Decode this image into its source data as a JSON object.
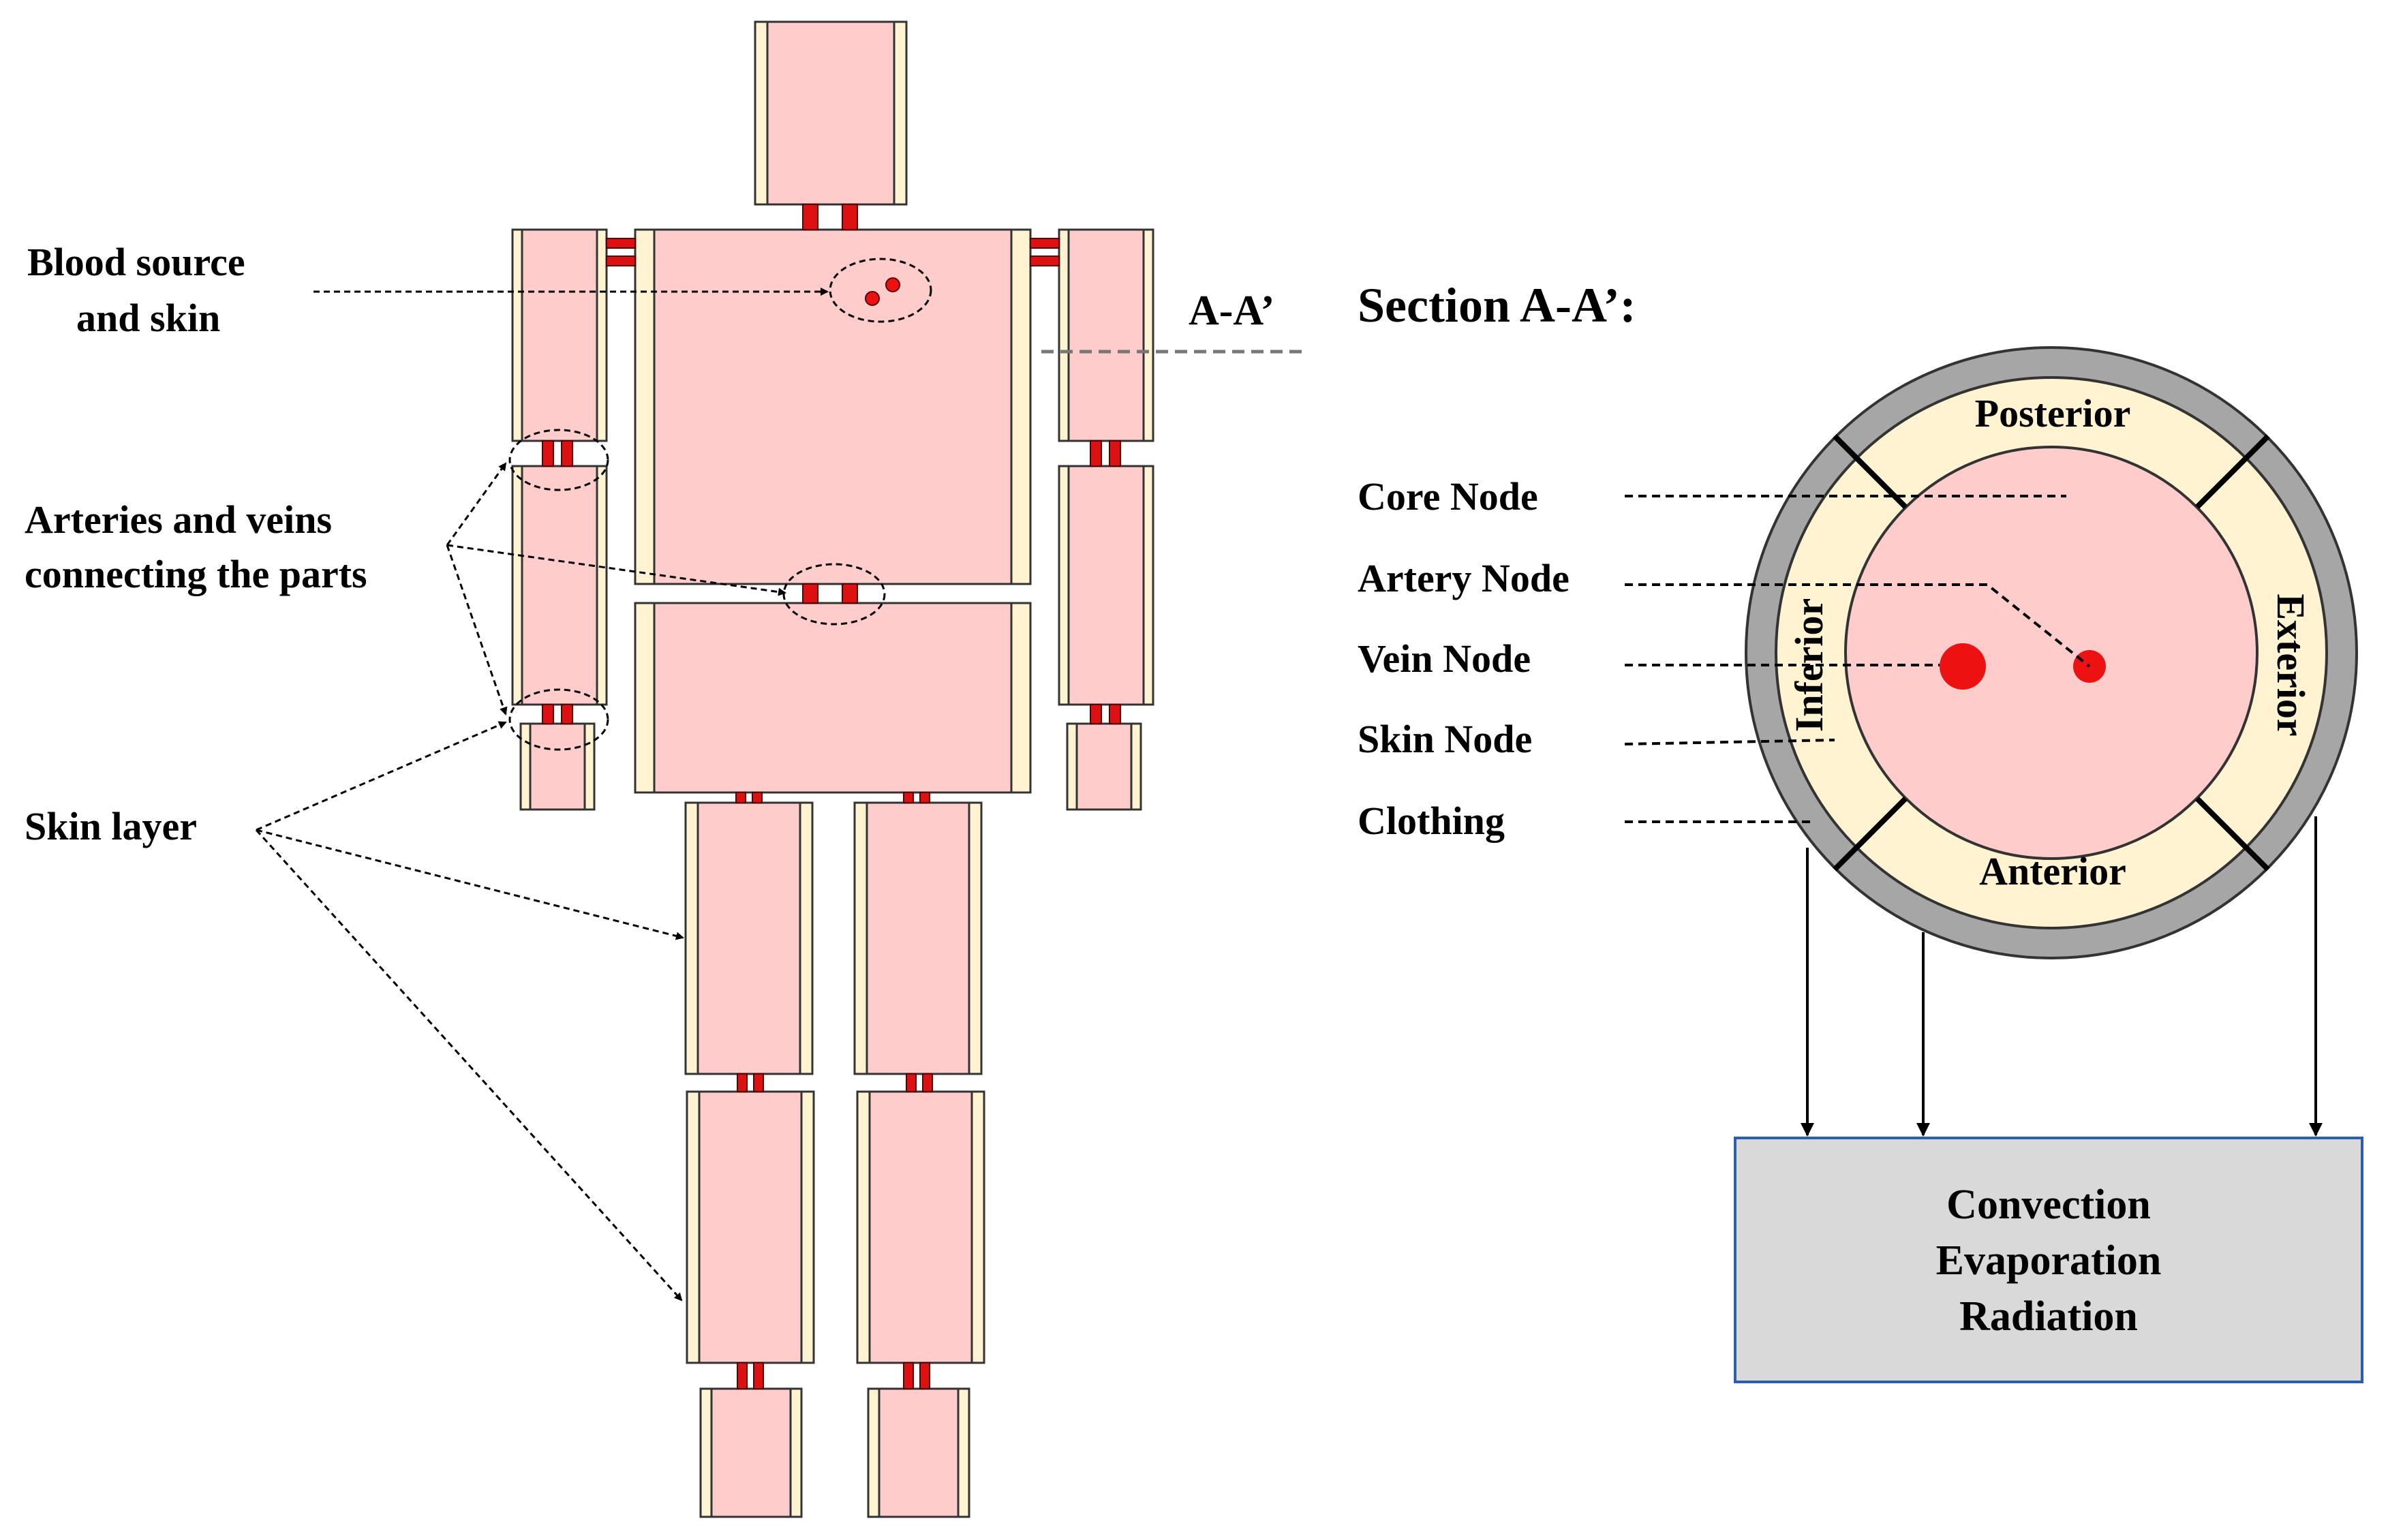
{
  "body_labels": {
    "blood_source_line1": "Blood source",
    "blood_source_line2": "and skin",
    "arteries_line1": "Arteries and veins",
    "arteries_line2": "connecting the parts",
    "skin_layer": "Skin layer",
    "section_marker": "A-A’"
  },
  "section": {
    "title": "Section A-A’:",
    "node_labels": [
      "Core Node",
      "Artery Node",
      "Vein Node",
      "Skin Node",
      "Clothing"
    ],
    "quadrants": {
      "top": "Posterior",
      "bottom": "Anterior",
      "left": "Inferior",
      "right": "Exterior"
    }
  },
  "heat_loss": {
    "lines": [
      "Convection",
      "Evaporation",
      "Radiation"
    ]
  },
  "colors": {
    "tissue": "#ffcccc",
    "skin": "#fff3d2",
    "vessel": "#dd1111",
    "clothing": "#a6a6a6",
    "box_fill": "#d9d9d9",
    "box_border": "#2e5ea8"
  }
}
